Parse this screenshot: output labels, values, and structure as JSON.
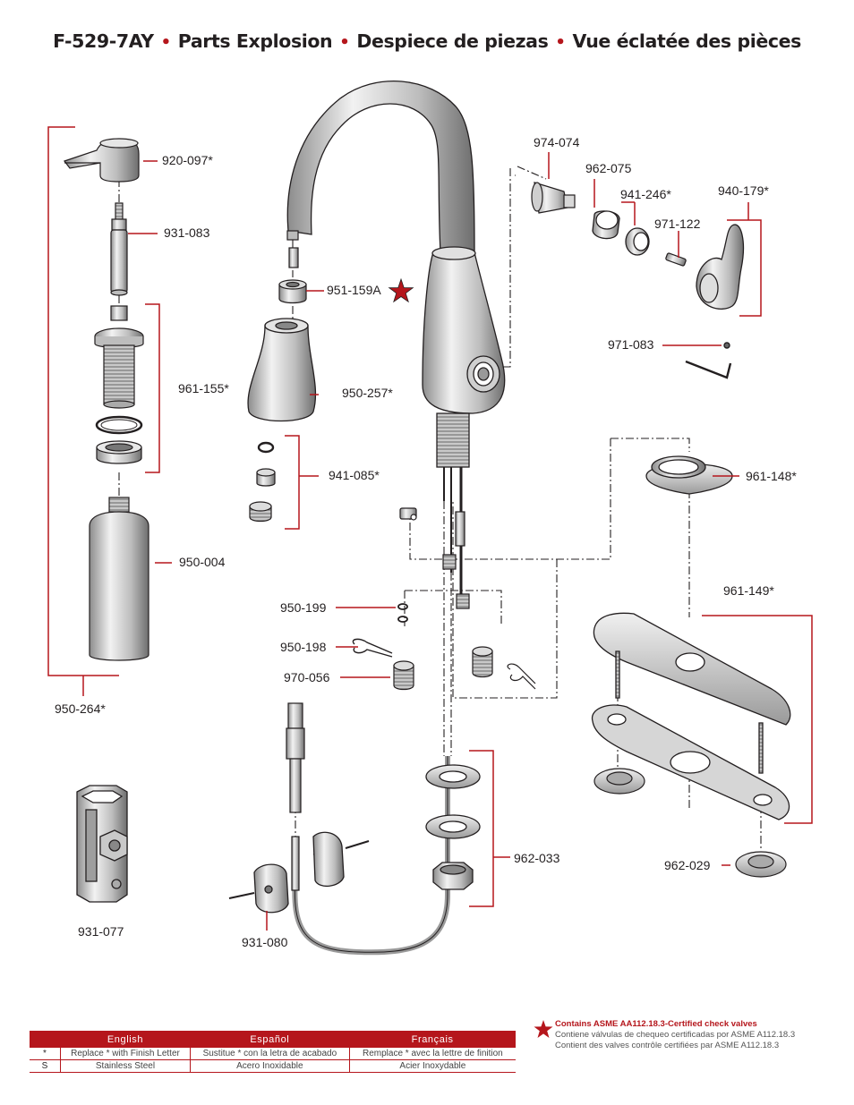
{
  "title": {
    "model": "F-529-7AY",
    "part1": "Parts Explosion",
    "part2": "Despiece de piezas",
    "part3": "Vue éclatée des pièces",
    "separator": "•"
  },
  "labels": {
    "p920_097": "920-097*",
    "p931_083": "931-083",
    "p961_155": "961-155*",
    "p950_004": "950-004",
    "p950_264": "950-264*",
    "p931_077": "931-077",
    "p951_159A": "951-159A",
    "p950_257": "950-257*",
    "p941_085": "941-085*",
    "p950_199": "950-199",
    "p950_198": "950-198",
    "p970_056": "970-056",
    "p931_080": "931-080",
    "p974_074": "974-074",
    "p962_075": "962-075",
    "p941_246": "941-246*",
    "p971_122": "971-122",
    "p940_179": "940-179*",
    "p971_083": "971-083",
    "p961_148": "961-148*",
    "p961_149": "961-149*",
    "p962_033": "962-033",
    "p962_029": "962-029"
  },
  "legend": {
    "headers": [
      "English",
      "Español",
      "Français"
    ],
    "rows": [
      {
        "key": "*",
        "cells": [
          "Replace * with Finish Letter",
          "Sustitue * con la letra de acabado",
          "Remplace * avec la lettre de finition"
        ]
      },
      {
        "key": "S",
        "cells": [
          "Stainless Steel",
          "Acero Inoxidable",
          "Acier Inoxydable"
        ]
      }
    ]
  },
  "note": {
    "heading": "Contains ASME AA112.18.3-Certified check valves",
    "es": "Contiene válvulas de chequeo certificadas por ASME A112.18.3",
    "fr": "Contient des valves contrôle certifiées par ASME A112.18.3"
  },
  "colors": {
    "accent": "#b5161c",
    "line": "#231f20",
    "part_fill": "#d8d8d8"
  }
}
